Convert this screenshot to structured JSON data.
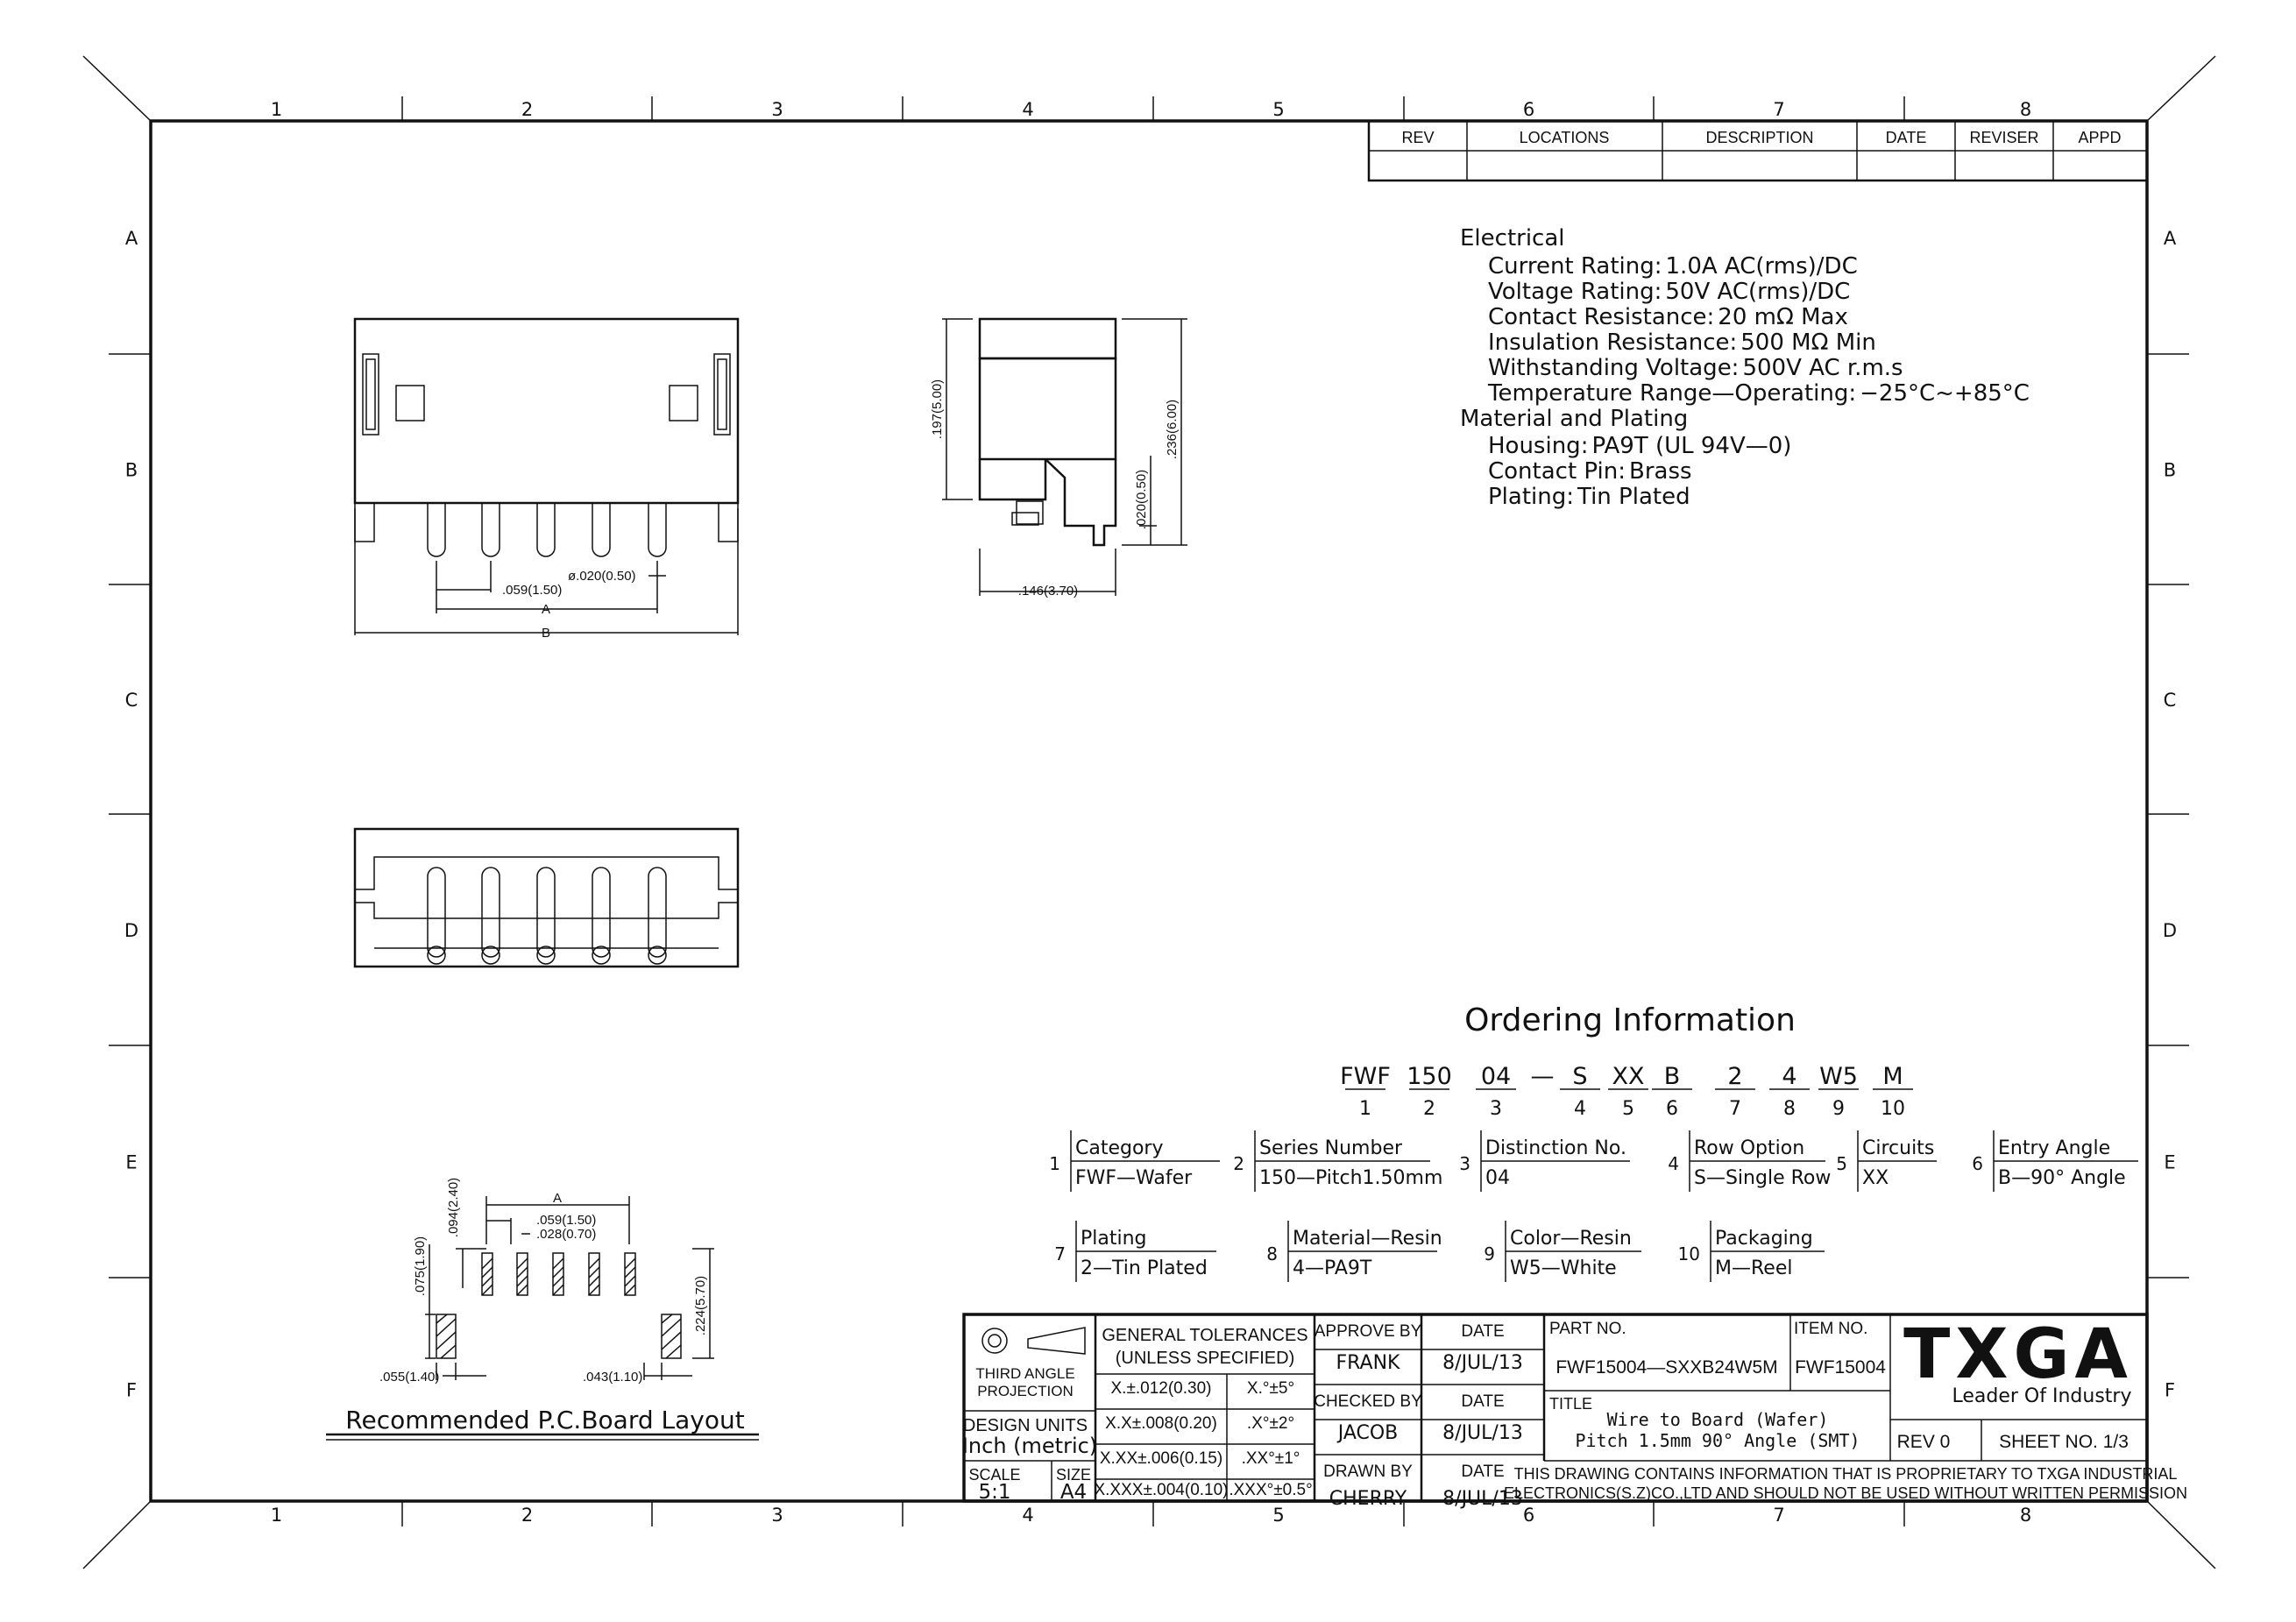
{
  "frame": {
    "columns": [
      "1",
      "2",
      "3",
      "4",
      "5",
      "6",
      "7",
      "8"
    ],
    "rows": [
      "A",
      "B",
      "C",
      "D",
      "E",
      "F"
    ]
  },
  "revision_table": {
    "headers": [
      "REV",
      "LOCATIONS",
      "DESCRIPTION",
      "DATE",
      "REVISER",
      "APPD"
    ]
  },
  "dimensions": {
    "pitch": ".059(1.50)",
    "pin_dia": "ø.020(0.50)",
    "dim_a": "A",
    "dim_b": "B",
    "side_height": ".197(5.00)",
    "side_total": ".236(6.00)",
    "side_pin": ".020(0.50)",
    "side_depth": ".146(3.70)"
  },
  "pcb_layout": {
    "title": "Recommended P.C.Board Layout",
    "dim_a": "A",
    "pitch": ".059(1.50)",
    "pad_width": ".028(0.70)",
    "pad_height": ".094(2.40)",
    "mount_height": ".075(1.90)",
    "mount_width": ".055(1.40)",
    "span": ".224(5.70)",
    "mount_offset": ".043(1.10)"
  },
  "specs": {
    "electrical_heading": "Electrical",
    "electrical": [
      {
        "label": "Current Rating:",
        "value": "1.0A AC(rms)/DC"
      },
      {
        "label": "Voltage Rating:",
        "value": "50V AC(rms)/DC"
      },
      {
        "label": "Contact Resistance:",
        "value": "20 mΩ Max"
      },
      {
        "label": "Insulation Resistance:",
        "value": "500 MΩ Min"
      },
      {
        "label": "Withstanding Voltage:",
        "value": "500V AC r.m.s"
      },
      {
        "label": "Temperature Range—Operating:",
        "value": "−25°C~+85°C"
      }
    ],
    "material_heading": "Material and Plating",
    "material": [
      {
        "label": "Housing:",
        "value": "PA9T (UL 94V—0)"
      },
      {
        "label": "Contact Pin:",
        "value": "Brass"
      },
      {
        "label": "Plating:",
        "value": "Tin Plated"
      }
    ]
  },
  "ordering": {
    "heading": "Ordering Information",
    "code_parts": [
      "FWF",
      "150",
      "04",
      "—",
      "S",
      "XX",
      "B",
      "2",
      "4",
      "W5",
      "M"
    ],
    "code_numbers": [
      "1",
      "2",
      "3",
      "4",
      "5",
      "6",
      "7",
      "8",
      "9",
      "10"
    ],
    "items": [
      {
        "num": "1",
        "title": "Category",
        "value": "FWF—Wafer"
      },
      {
        "num": "2",
        "title": "Series Number",
        "value": "150—Pitch1.50mm"
      },
      {
        "num": "3",
        "title": "Distinction No.",
        "value": "04"
      },
      {
        "num": "4",
        "title": "Row Option",
        "value": "S—Single Row"
      },
      {
        "num": "5",
        "title": "Circuits",
        "value": "XX"
      },
      {
        "num": "6",
        "title": "Entry Angle",
        "value": "B—90° Angle"
      },
      {
        "num": "7",
        "title": "Plating",
        "value": "2—Tin Plated"
      },
      {
        "num": "8",
        "title": "Material—Resin",
        "value": "4—PA9T"
      },
      {
        "num": "9",
        "title": "Color—Resin",
        "value": "W5—White"
      },
      {
        "num": "10",
        "title": "Packaging",
        "value": "M—Reel"
      }
    ]
  },
  "title_block": {
    "projection": [
      "THIRD ANGLE",
      "PROJECTION"
    ],
    "design_units_label": "DESIGN UNITS",
    "design_units_value": "Inch (metric)",
    "scale_label": "SCALE",
    "scale_value": "5:1",
    "size_label": "SIZE",
    "size_value": "A4",
    "tolerance_title": [
      "GENERAL TOLERANCES",
      "(UNLESS SPECIFIED)"
    ],
    "tolerances": [
      {
        "linear": "X.±.012(0.30)",
        "angular": "X.°±5°"
      },
      {
        "linear": "X.X±.008(0.20)",
        "angular": ".X°±2°"
      },
      {
        "linear": "X.XX±.006(0.15)",
        "angular": ".XX°±1°"
      },
      {
        "linear": "X.XXX±.004(0.10)",
        "angular": ".XXX°±0.5°"
      }
    ],
    "approvals": [
      {
        "label": "APPROVE BY",
        "name": "FRANK",
        "date_label": "DATE",
        "date": "8/JUL/13"
      },
      {
        "label": "CHECKED BY",
        "name": "JACOB",
        "date_label": "DATE",
        "date": "8/JUL/13"
      },
      {
        "label": "DRAWN BY",
        "name": "CHERRY",
        "date_label": "DATE",
        "date": "8/JUL/13"
      }
    ],
    "part_no_label": "PART NO.",
    "part_no": "FWF15004—SXXB24W5M",
    "item_no_label": "ITEM NO.",
    "item_no": "FWF15004",
    "title_label": "TITLE",
    "title_lines": [
      "Wire to Board (Wafer)",
      "Pitch 1.5mm 90° Angle (SMT)"
    ],
    "rev": "REV 0",
    "sheet": "SHEET NO. 1/3",
    "logo": "TXGA",
    "tagline": "Leader Of Industry",
    "notice": [
      "THIS DRAWING CONTAINS INFORMATION THAT IS PROPRIETARY TO TXGA INDUSTRIAL",
      "ELECTRONICS(S.Z)CO.,LTD AND SHOULD NOT BE USED WITHOUT WRITTEN PERMISSION"
    ]
  }
}
